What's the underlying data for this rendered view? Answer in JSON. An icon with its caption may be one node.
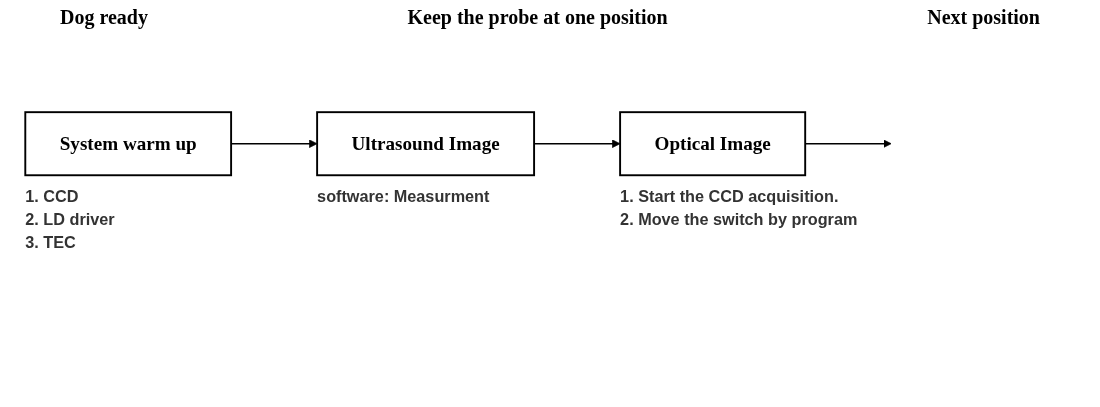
{
  "diagram": {
    "nodes": [
      {
        "text": [
          "System warm up"
        ],
        "beside": [
          "1. CCD",
          "2. LD driver",
          "3. TEC"
        ]
      },
      {
        "text": [
          "Ultrasound Image"
        ],
        "beside": [
          "software: Measurment"
        ]
      },
      {
        "text": [
          "Optical Image"
        ],
        "beside": [
          "1. Start the CCD acquisition.",
          "2. Move the switch by program"
        ]
      }
    ],
    "edges": [
      {
        "from": 0,
        "to": 1,
        "arrow": "to"
      },
      {
        "from": 1,
        "to": 2,
        "arrow": "to"
      },
      {
        "from": 2,
        "to": null,
        "arrow": "to"
      }
    ],
    "labels": [
      "Dog ready",
      "Keep the probe at one position",
      "Next position"
    ]
  }
}
